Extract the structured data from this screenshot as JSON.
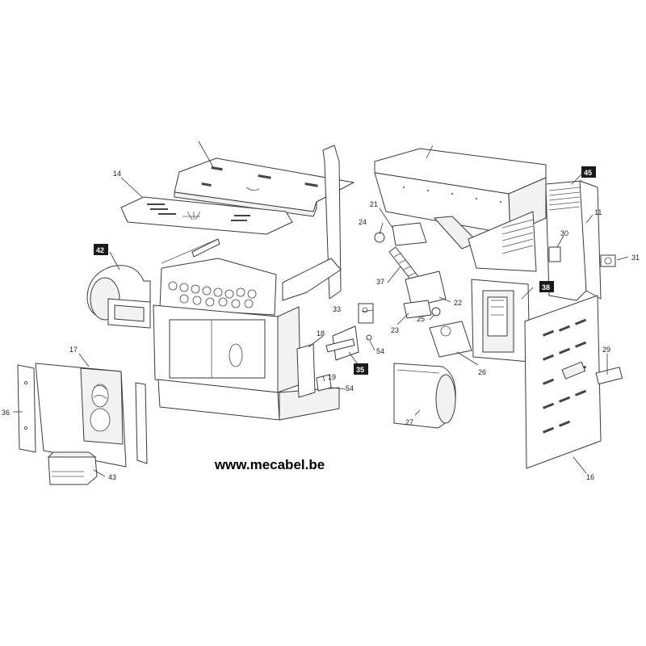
{
  "watermark": "www.mecabel.be",
  "callouts": {
    "c14": "14",
    "c17": "17",
    "c36": "36",
    "c43": "43",
    "c18": "18",
    "c19": "19",
    "c33": "33",
    "c54a": "54",
    "c54b": "54",
    "c21": "21",
    "c24": "24",
    "c37": "37",
    "c22": "22",
    "c23": "23",
    "c25": "25",
    "c26": "26",
    "c27": "27",
    "c30": "30",
    "c31": "31",
    "c11": "11",
    "c29": "29",
    "c16": "16"
  },
  "badges": {
    "b42": "42",
    "b35": "35",
    "b38": "38",
    "b45": "45"
  }
}
